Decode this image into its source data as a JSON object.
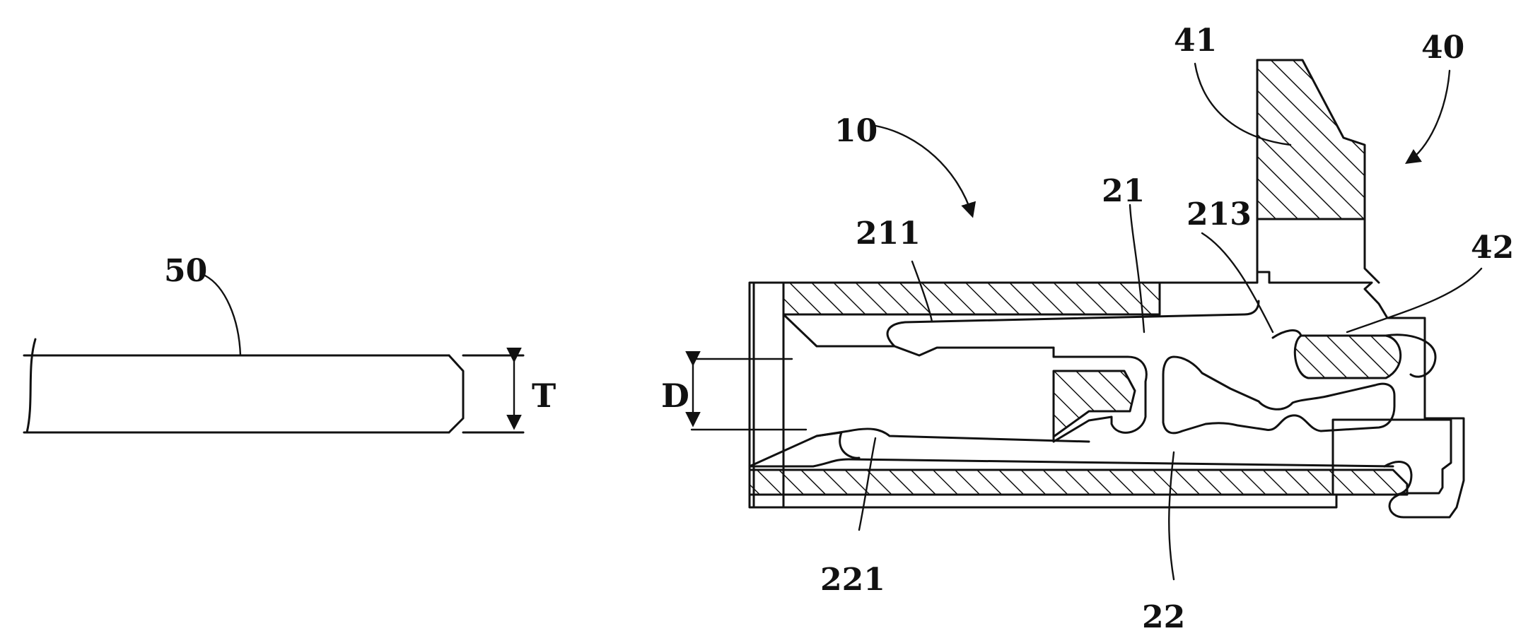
{
  "labels": {
    "l10": "10",
    "l21": "21",
    "l22": "22",
    "l40": "40",
    "l41": "41",
    "l42": "42",
    "l50": "50",
    "l211": "211",
    "l213": "213",
    "l221": "221",
    "dimD": "D",
    "dimT": "T"
  },
  "style": {
    "line_color": "#111111",
    "background": "#ffffff"
  }
}
